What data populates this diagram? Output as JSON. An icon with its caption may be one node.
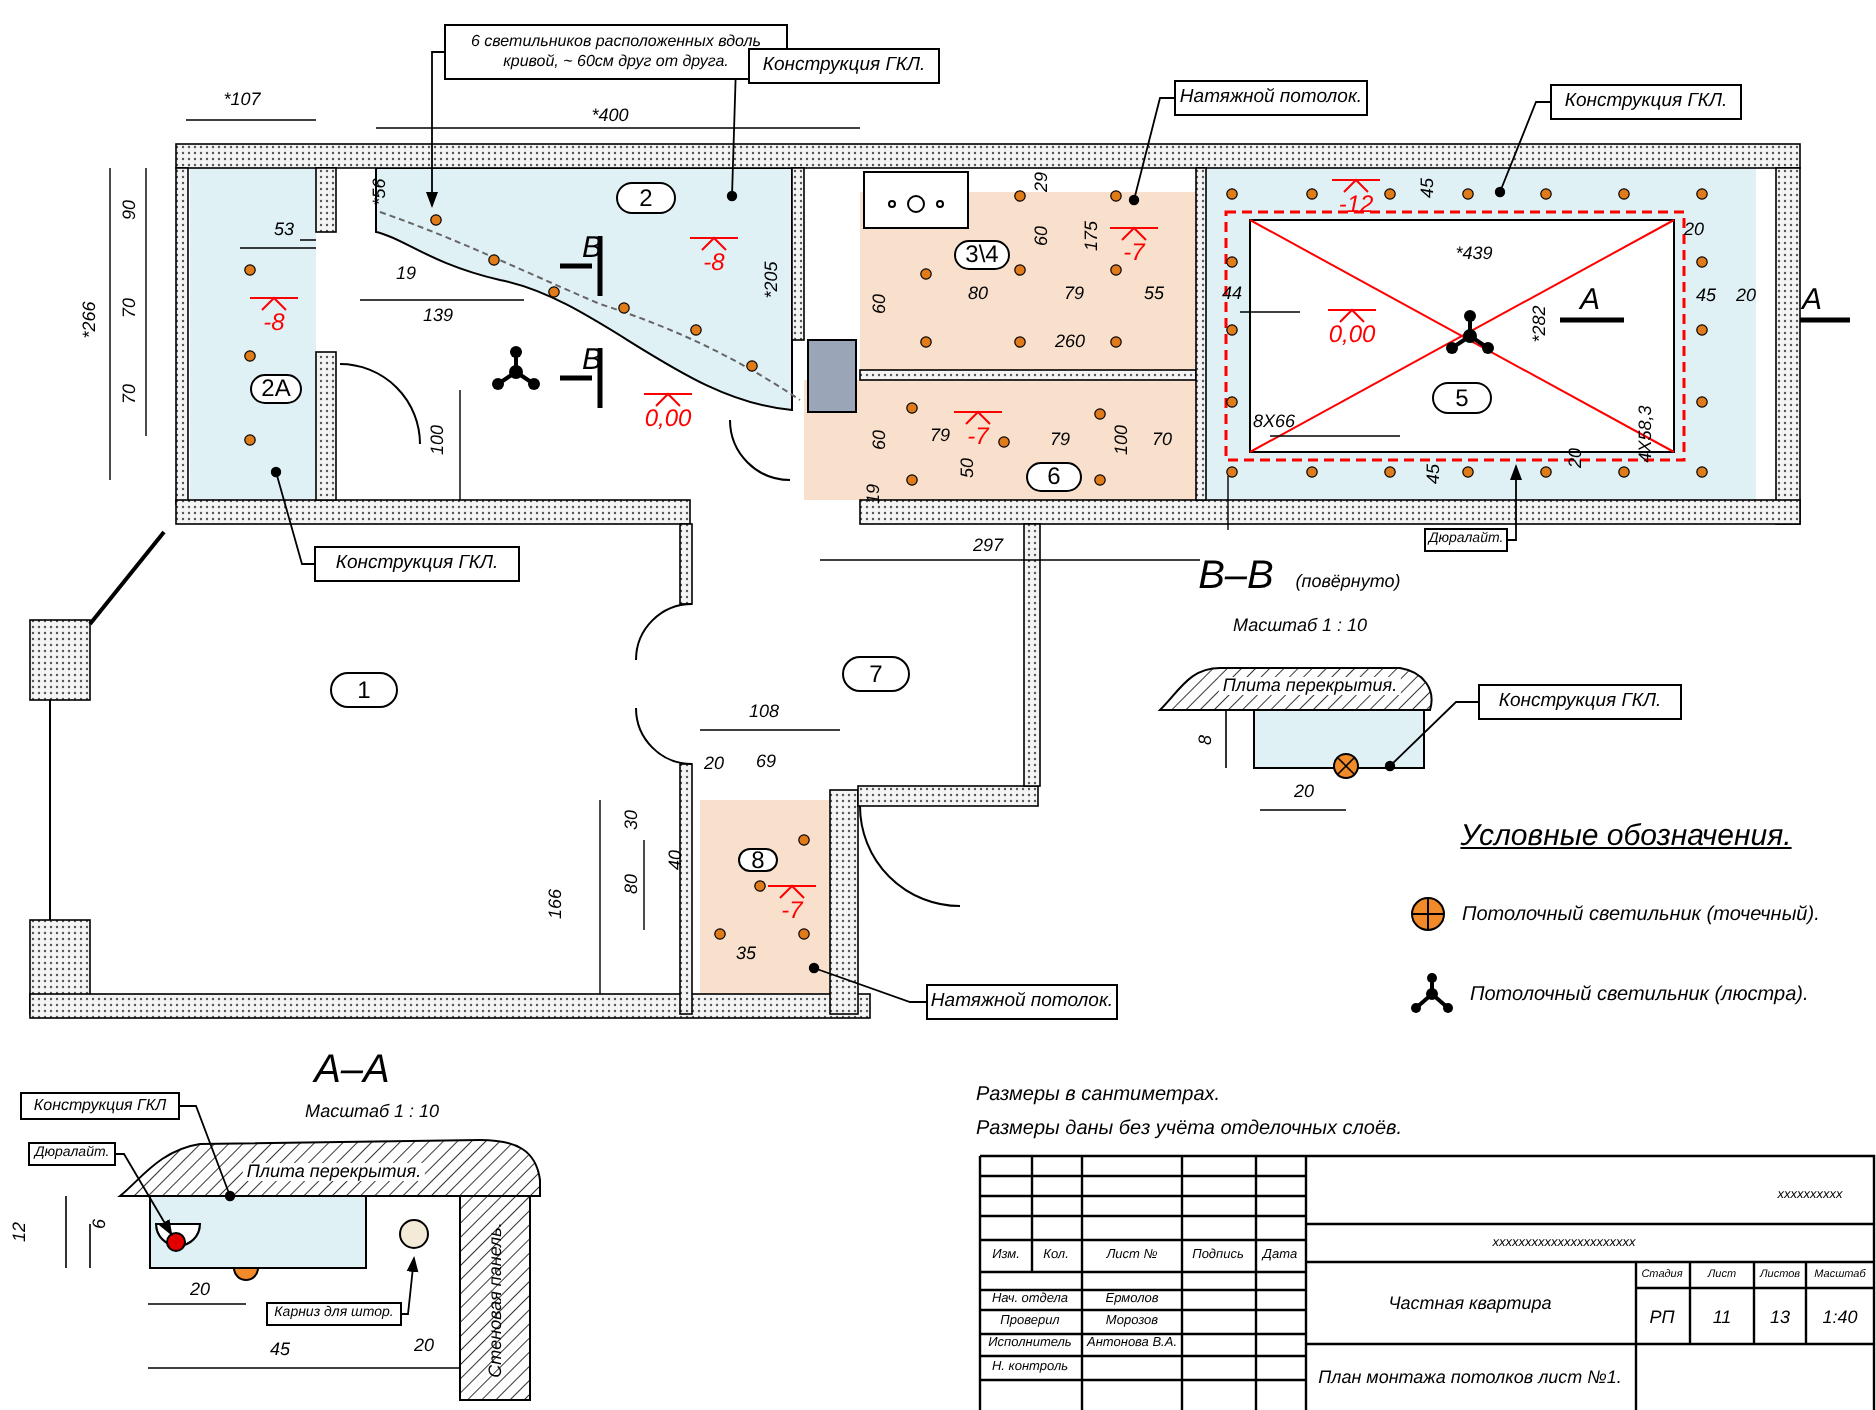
{
  "diagram": {
    "nodes": [
      {
        "text": [
          "6 светильников расположенных вдоль кривой, ~ 60см друг от друга."
        ]
      },
      {
        "text": [
          "Конструкция ГКЛ."
        ]
      },
      {
        "text": [
          "Натяжной потолок."
        ]
      },
      {
        "text": [
          "Конструкция ГКЛ."
        ]
      },
      {
        "text": [
          "Конструкция ГКЛ."
        ]
      },
      {
        "text": [
          "Дюралайт."
        ]
      },
      {
        "text": [
          "Конструкция ГКЛ."
        ]
      },
      {
        "text": [
          "Натяжной потолок."
        ]
      },
      {
        "text": [
          "Конструкция ГКЛ"
        ]
      },
      {
        "text": [
          "Дюралайт."
        ]
      },
      {
        "text": [
          "Карниз для штор."
        ]
      },
      {
        "text": [
          "2"
        ]
      },
      {
        "text": [
          "2А"
        ]
      },
      {
        "text": [
          "3\\4"
        ]
      },
      {
        "text": [
          "5"
        ]
      },
      {
        "text": [
          "6"
        ]
      },
      {
        "text": [
          "1"
        ]
      },
      {
        "text": [
          "7"
        ]
      },
      {
        "text": [
          "8"
        ]
      },
      {
        "text": [],
        "shape": "box"
      },
      {
        "text": [],
        "shape": "circle",
        "in": 19
      }
    ],
    "edges": [
      {
        "from": 0,
        "to": null,
        "arrow": "to"
      },
      {
        "from": 1,
        "to": null,
        "arrow": "other"
      },
      {
        "from": 2,
        "to": null,
        "arrow": "other"
      },
      {
        "from": 3,
        "to": null,
        "arrow": "other"
      },
      {
        "from": 4,
        "to": null,
        "arrow": "other"
      },
      {
        "from": 5,
        "to": null,
        "arrow": "to"
      },
      {
        "from": 6,
        "to": null,
        "arrow": "other"
      },
      {
        "from": 7,
        "to": null,
        "arrow": "other"
      },
      {
        "from": 8,
        "to": 19,
        "arrow": "other"
      },
      {
        "from": 9,
        "to": 20,
        "arrow": "to"
      },
      {
        "from": 10,
        "to": null,
        "arrow": "to"
      }
    ],
    "labels": [
      "*107",
      "*400",
      "*266",
      "90",
      "70",
      "70",
      "53",
      "-8",
      "*56",
      "19",
      "139",
      "100",
      "В",
      "В",
      "-8",
      "*205",
      "0,00",
      "60",
      "29",
      "60",
      "175",
      "-7",
      "80",
      "79",
      "55",
      "260",
      "60",
      "19",
      "79",
      "-7",
      "50",
      "79",
      "100",
      "70",
      "-12",
      "45",
      "*439",
      "44",
      "0,00",
      "20",
      "45",
      "20",
      "А",
      "*282",
      "А",
      "8Х66",
      "4Х58,3",
      "20",
      "45",
      "297",
      "В–В",
      "(повёрнуто)",
      "Масштаб 1 : 10",
      "Плита перекрытия.",
      "8",
      "20",
      "108",
      "20",
      "69",
      "30",
      "40",
      "80",
      "166",
      "-7",
      "35",
      "Условные обозначения.",
      "А–А",
      "Масштаб 1 : 10",
      "Плита перекрытия.",
      "12",
      "6",
      "20",
      "45",
      "20",
      "Стеновая панель.",
      "Размеры в сантиметрах.",
      "Размеры даны без учёта отделочных слоёв.",
      "xxxxxxxxxx",
      "xxxxxxxxxxxxxxxxxxxxxx",
      "Изм.",
      "Кол.",
      "Лист №",
      "Подпись",
      "Дата",
      "Нач. отдела",
      "Ермолов",
      "Проверил",
      "Морозов",
      "Исполнитель",
      "Антонова В.А.",
      "Н. контроль",
      "Частная квартира",
      "Стадия",
      "Лист",
      "Листов",
      "Масштаб",
      "РП",
      "11",
      "13",
      "1:40",
      "План монтажа потолков лист №1."
    ],
    "legend": [
      {
        "text": "Потолочный светильник (точечный)."
      },
      {
        "text": "Потолочный светильник (люстра)."
      }
    ]
  }
}
